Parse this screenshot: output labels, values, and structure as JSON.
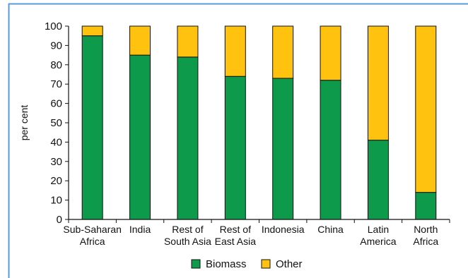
{
  "chart_data": {
    "type": "bar",
    "stacked": true,
    "title": "",
    "xlabel": "",
    "ylabel": "per cent",
    "ylim": [
      0,
      100
    ],
    "yticks": [
      0,
      10,
      20,
      30,
      40,
      50,
      60,
      70,
      80,
      90,
      100
    ],
    "grid": false,
    "legend_position": "bottom-center",
    "categories": [
      [
        "Sub-Saharan",
        "Africa"
      ],
      [
        "India"
      ],
      [
        "Rest of",
        "South Asia"
      ],
      [
        "Rest of",
        "East Asia"
      ],
      [
        "Indonesia"
      ],
      [
        "China"
      ],
      [
        "Latin",
        "America"
      ],
      [
        "North",
        "Africa"
      ]
    ],
    "series": [
      {
        "name": "Biomass",
        "color": "#0e9a4b",
        "values": [
          95,
          85,
          84,
          74,
          73,
          72,
          41,
          14
        ]
      },
      {
        "name": "Other",
        "color": "#ffc20e",
        "values": [
          5,
          15,
          16,
          26,
          27,
          28,
          59,
          86
        ]
      }
    ],
    "frame_color": "#5b9bd5"
  }
}
